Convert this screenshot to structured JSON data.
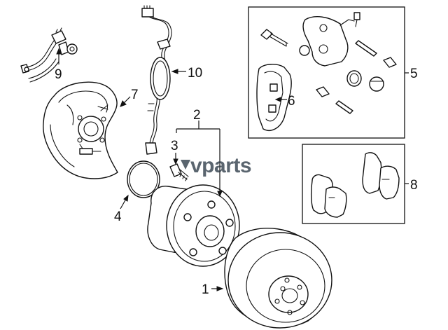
{
  "watermark": {
    "text": "vparts"
  },
  "callouts": [
    {
      "id": "1",
      "label": "1"
    },
    {
      "id": "2",
      "label": "2"
    },
    {
      "id": "3",
      "label": "3"
    },
    {
      "id": "4",
      "label": "4"
    },
    {
      "id": "5",
      "label": "5"
    },
    {
      "id": "6",
      "label": "6"
    },
    {
      "id": "7",
      "label": "7"
    },
    {
      "id": "8",
      "label": "8"
    },
    {
      "id": "9",
      "label": "9"
    },
    {
      "id": "10",
      "label": "10"
    }
  ],
  "colors": {
    "line": "#111111",
    "background": "#ffffff",
    "watermark": "#2c3a46"
  }
}
